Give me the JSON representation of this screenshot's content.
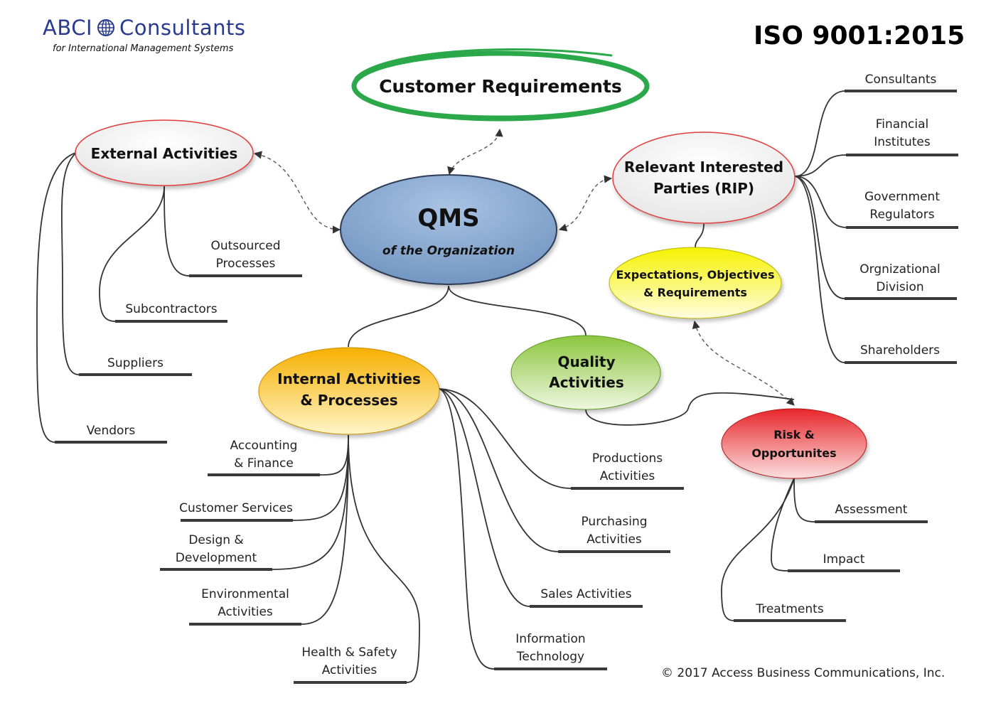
{
  "header": {
    "logo_name": "ABCI",
    "logo_company": "Consultants",
    "logo_tagline": "for International Management Systems",
    "standard": "ISO 9001:2015",
    "copyright": "© 2017 Access Business Communications, Inc."
  },
  "colors": {
    "qms": "#7b9ec7",
    "customer_ring": "#2aa84a",
    "internal": "#f5b400",
    "quality": "#8cc63f",
    "expectations": "#f2ee10",
    "risk": "#e8262b",
    "outline_red": "#e23c3c",
    "connector": "#333333",
    "dashed": "#555555"
  },
  "nodes": {
    "customer": "Customer Requirements",
    "qms_title": "QMS",
    "qms_subtitle": "of the Organization",
    "external": "External Activities",
    "rip": "Relevant Interested\nParties (RIP)",
    "expectations": "Expectations, Objectives\n& Requirements",
    "internal": "Internal Activities\n& Processes",
    "quality": "Quality\nActivities",
    "risk": "Risk &\nOpportunites"
  },
  "external_children": [
    "Outsourced\nProcesses",
    "Subcontractors",
    "Suppliers",
    "Vendors"
  ],
  "rip_children": [
    "Consultants",
    "Financial\nInstitutes",
    "Government\nRegulators",
    "Orgnizational\nDivision",
    "Shareholders"
  ],
  "internal_left_children": [
    "Accounting\n& Finance",
    "Customer Services",
    "Design &\nDevelopment",
    "Environmental\nActivities",
    "Health & Safety\nActivities"
  ],
  "internal_right_children": [
    "Productions\nActivities",
    "Purchasing\nActivities",
    "Sales Activities",
    "Information\nTechnology"
  ],
  "risk_children": [
    "Assessment",
    "Impact",
    "Treatments"
  ]
}
